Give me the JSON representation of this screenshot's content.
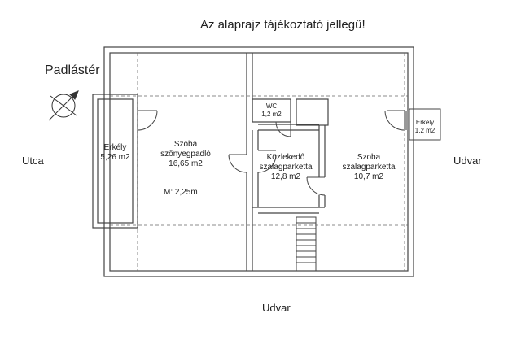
{
  "notice": "Az alaprajz tájékoztató jellegű!",
  "attic_label": "Padlástér",
  "surroundings": {
    "left": "Utca",
    "right": "Udvar",
    "bottom": "Udvar"
  },
  "rooms": {
    "balcony_left": {
      "name": "Erkély",
      "area": "5,26 m2"
    },
    "room_left": {
      "name": "Szoba",
      "floor": "szőnyegpadló",
      "area": "16,65 m2",
      "height": "M: 2,25m"
    },
    "wc": {
      "name": "WC",
      "area": "1,2 m2"
    },
    "hall": {
      "name": "Közlekedő",
      "floor": "szalagparketta",
      "area": "12,8 m2"
    },
    "room_right": {
      "name": "Szoba",
      "floor": "szalagparketta",
      "area": "10,7 m2"
    },
    "balcony_right": {
      "name": "Erkély",
      "area": "1,2 m2"
    }
  },
  "colors": {
    "wall": "#555555",
    "line": "#333333",
    "dash": "#555555"
  }
}
